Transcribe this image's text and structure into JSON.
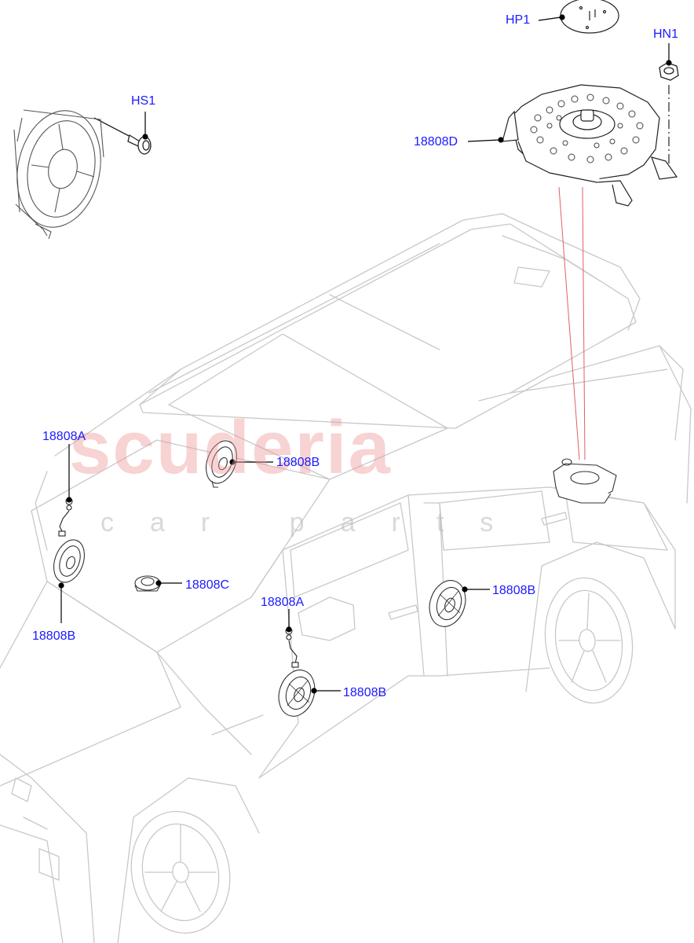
{
  "watermark": {
    "brand": "scuderia",
    "tagline": "car parts"
  },
  "callouts": {
    "hp1": "HP1",
    "hn1": "HN1",
    "hs1": "HS1",
    "d": "18808D",
    "a_front": "18808A",
    "b_dash": "18808B",
    "b_left": "18808B",
    "c": "18808C",
    "a_door": "18808A",
    "b_rear_door": "18808B",
    "b_front_door": "18808B"
  },
  "colors": {
    "callout": "#1a1aff",
    "leader": "#000000",
    "guide": "#e06060",
    "car_line": "#c8c8c8",
    "part_line": "#222222"
  }
}
